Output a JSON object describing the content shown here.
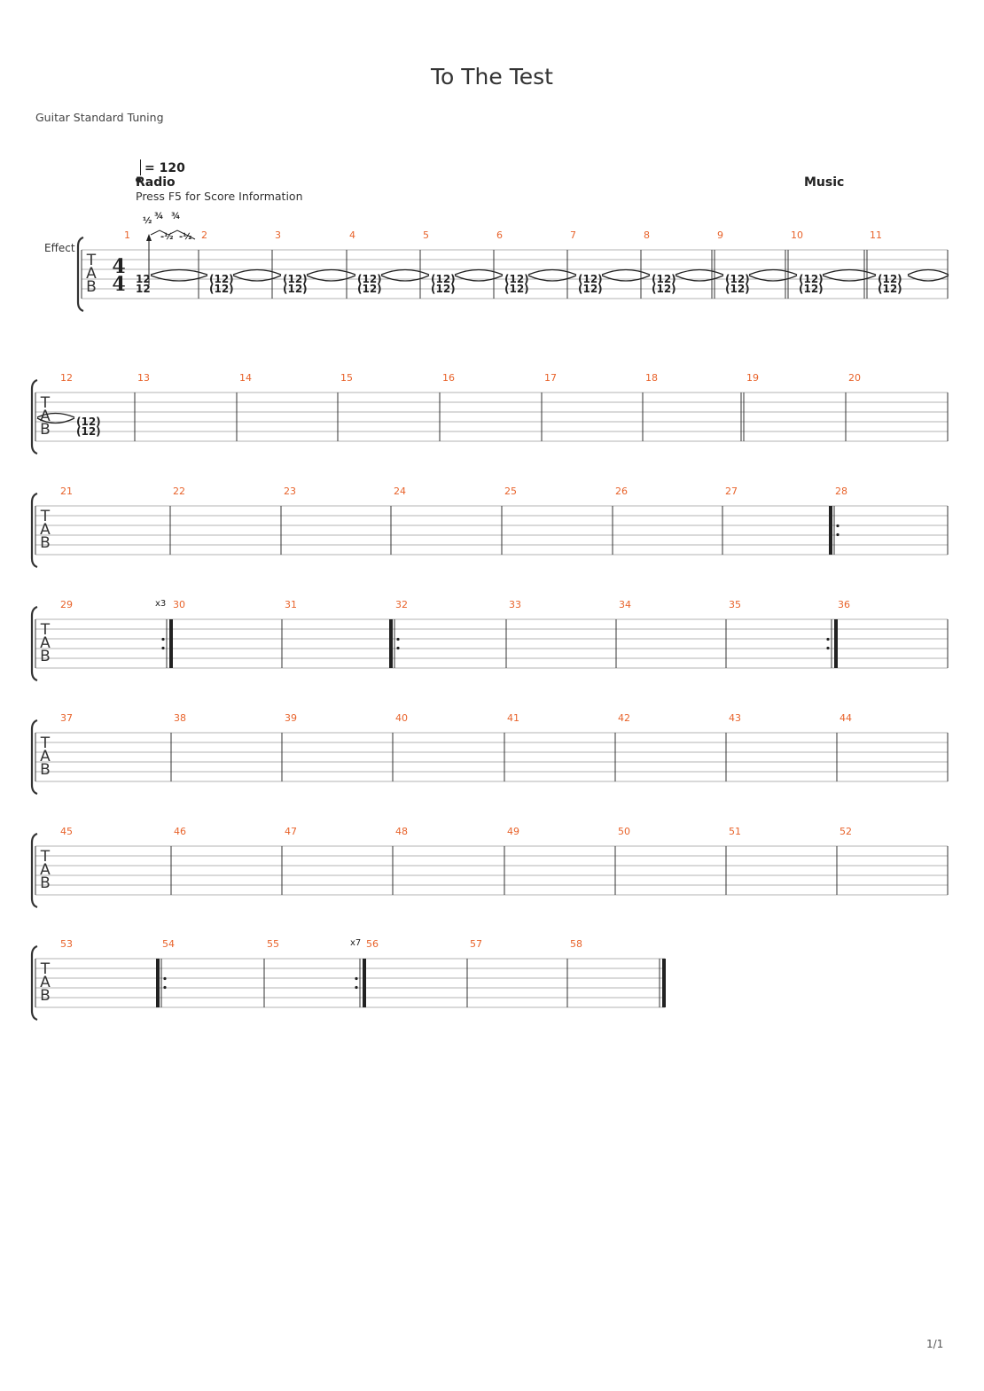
{
  "header": {
    "title": "To The Test",
    "tuning": "Guitar Standard Tuning",
    "tempo": "= 120",
    "section_radio": "Radio",
    "score_info": "Press F5 for Score Information",
    "section_music": "Music",
    "track_label": "Effect",
    "page": "1/1"
  },
  "tab_clef": [
    "T",
    "A",
    "B"
  ],
  "time_signature": [
    "4",
    "4"
  ],
  "bend_marks": [
    "½",
    "¾",
    "¾",
    "-½",
    "-½"
  ],
  "notes": {
    "first": "12",
    "tied": "(12)"
  },
  "repeat_counts": {
    "x3": "x3",
    "x7": "x7"
  },
  "systems": [
    {
      "measures": [
        1,
        2,
        3,
        4,
        5,
        6,
        7,
        8,
        9,
        10,
        11
      ]
    },
    {
      "measures": [
        12,
        13,
        14,
        15,
        16,
        17,
        18,
        19,
        20
      ]
    },
    {
      "measures": [
        21,
        22,
        23,
        24,
        25,
        26,
        27,
        28
      ]
    },
    {
      "measures": [
        29,
        30,
        31,
        32,
        33,
        34,
        35,
        36
      ]
    },
    {
      "measures": [
        37,
        38,
        39,
        40,
        41,
        42,
        43,
        44
      ]
    },
    {
      "measures": [
        45,
        46,
        47,
        48,
        49,
        50,
        51,
        52
      ]
    },
    {
      "measures": [
        53,
        54,
        55,
        56,
        57,
        58
      ]
    }
  ]
}
